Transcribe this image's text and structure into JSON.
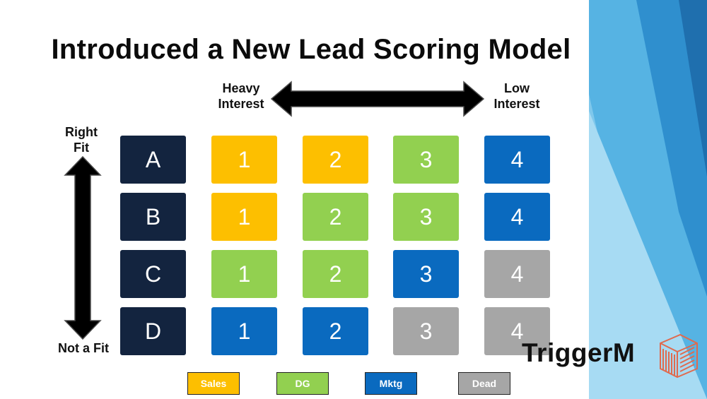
{
  "slide": {
    "title": "Introduced a New Lead Scoring Model"
  },
  "axes": {
    "left_top": "Heavy\nInterest",
    "right_top": "Low\nInterest",
    "top_left": "Right\nFit",
    "bottom_left": "Not a Fit"
  },
  "colors": {
    "Sales": "#fdbf00",
    "DG": "#92d050",
    "Mktg": "#0a6abf",
    "Dead": "#a6a6a6",
    "row_label": "#13243f"
  },
  "grid": {
    "rows": [
      {
        "label": "A",
        "cells": [
          {
            "value": "1",
            "category": "Sales"
          },
          {
            "value": "2",
            "category": "Sales"
          },
          {
            "value": "3",
            "category": "DG"
          },
          {
            "value": "4",
            "category": "Mktg"
          }
        ]
      },
      {
        "label": "B",
        "cells": [
          {
            "value": "1",
            "category": "Sales"
          },
          {
            "value": "2",
            "category": "DG"
          },
          {
            "value": "3",
            "category": "DG"
          },
          {
            "value": "4",
            "category": "Mktg"
          }
        ]
      },
      {
        "label": "C",
        "cells": [
          {
            "value": "1",
            "category": "DG"
          },
          {
            "value": "2",
            "category": "DG"
          },
          {
            "value": "3",
            "category": "Mktg"
          },
          {
            "value": "4",
            "category": "Dead"
          }
        ]
      },
      {
        "label": "D",
        "cells": [
          {
            "value": "1",
            "category": "Mktg"
          },
          {
            "value": "2",
            "category": "Mktg"
          },
          {
            "value": "3",
            "category": "Dead"
          },
          {
            "value": "4",
            "category": "Dead"
          }
        ]
      }
    ]
  },
  "legend": [
    {
      "label": "Sales",
      "color": "#fdbf00"
    },
    {
      "label": "DG",
      "color": "#92d050"
    },
    {
      "label": "Mktg",
      "color": "#0a6abf"
    },
    {
      "label": "Dead",
      "color": "#a6a6a6"
    }
  ],
  "brand": {
    "name": "TriggerM",
    "logo_icon": "stacked-box-logo-icon"
  }
}
